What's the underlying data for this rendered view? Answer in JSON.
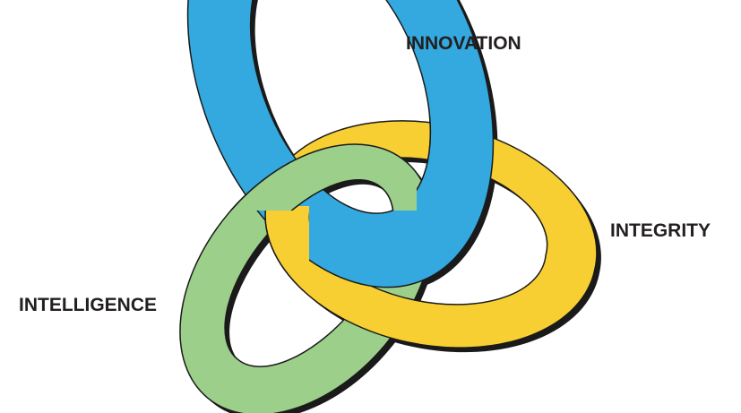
{
  "rings": [
    {
      "id": "innovation",
      "label": "INNOVATION",
      "color": "#33a9df"
    },
    {
      "id": "integrity",
      "label": "INTEGRITY",
      "color": "#f8cf32"
    },
    {
      "id": "intelligence",
      "label": "INTELLIGENCE",
      "color": "#9ccf8a"
    }
  ],
  "colors": {
    "outline": "#1a1a1a",
    "text": "#231f20",
    "background": "#ffffff"
  }
}
